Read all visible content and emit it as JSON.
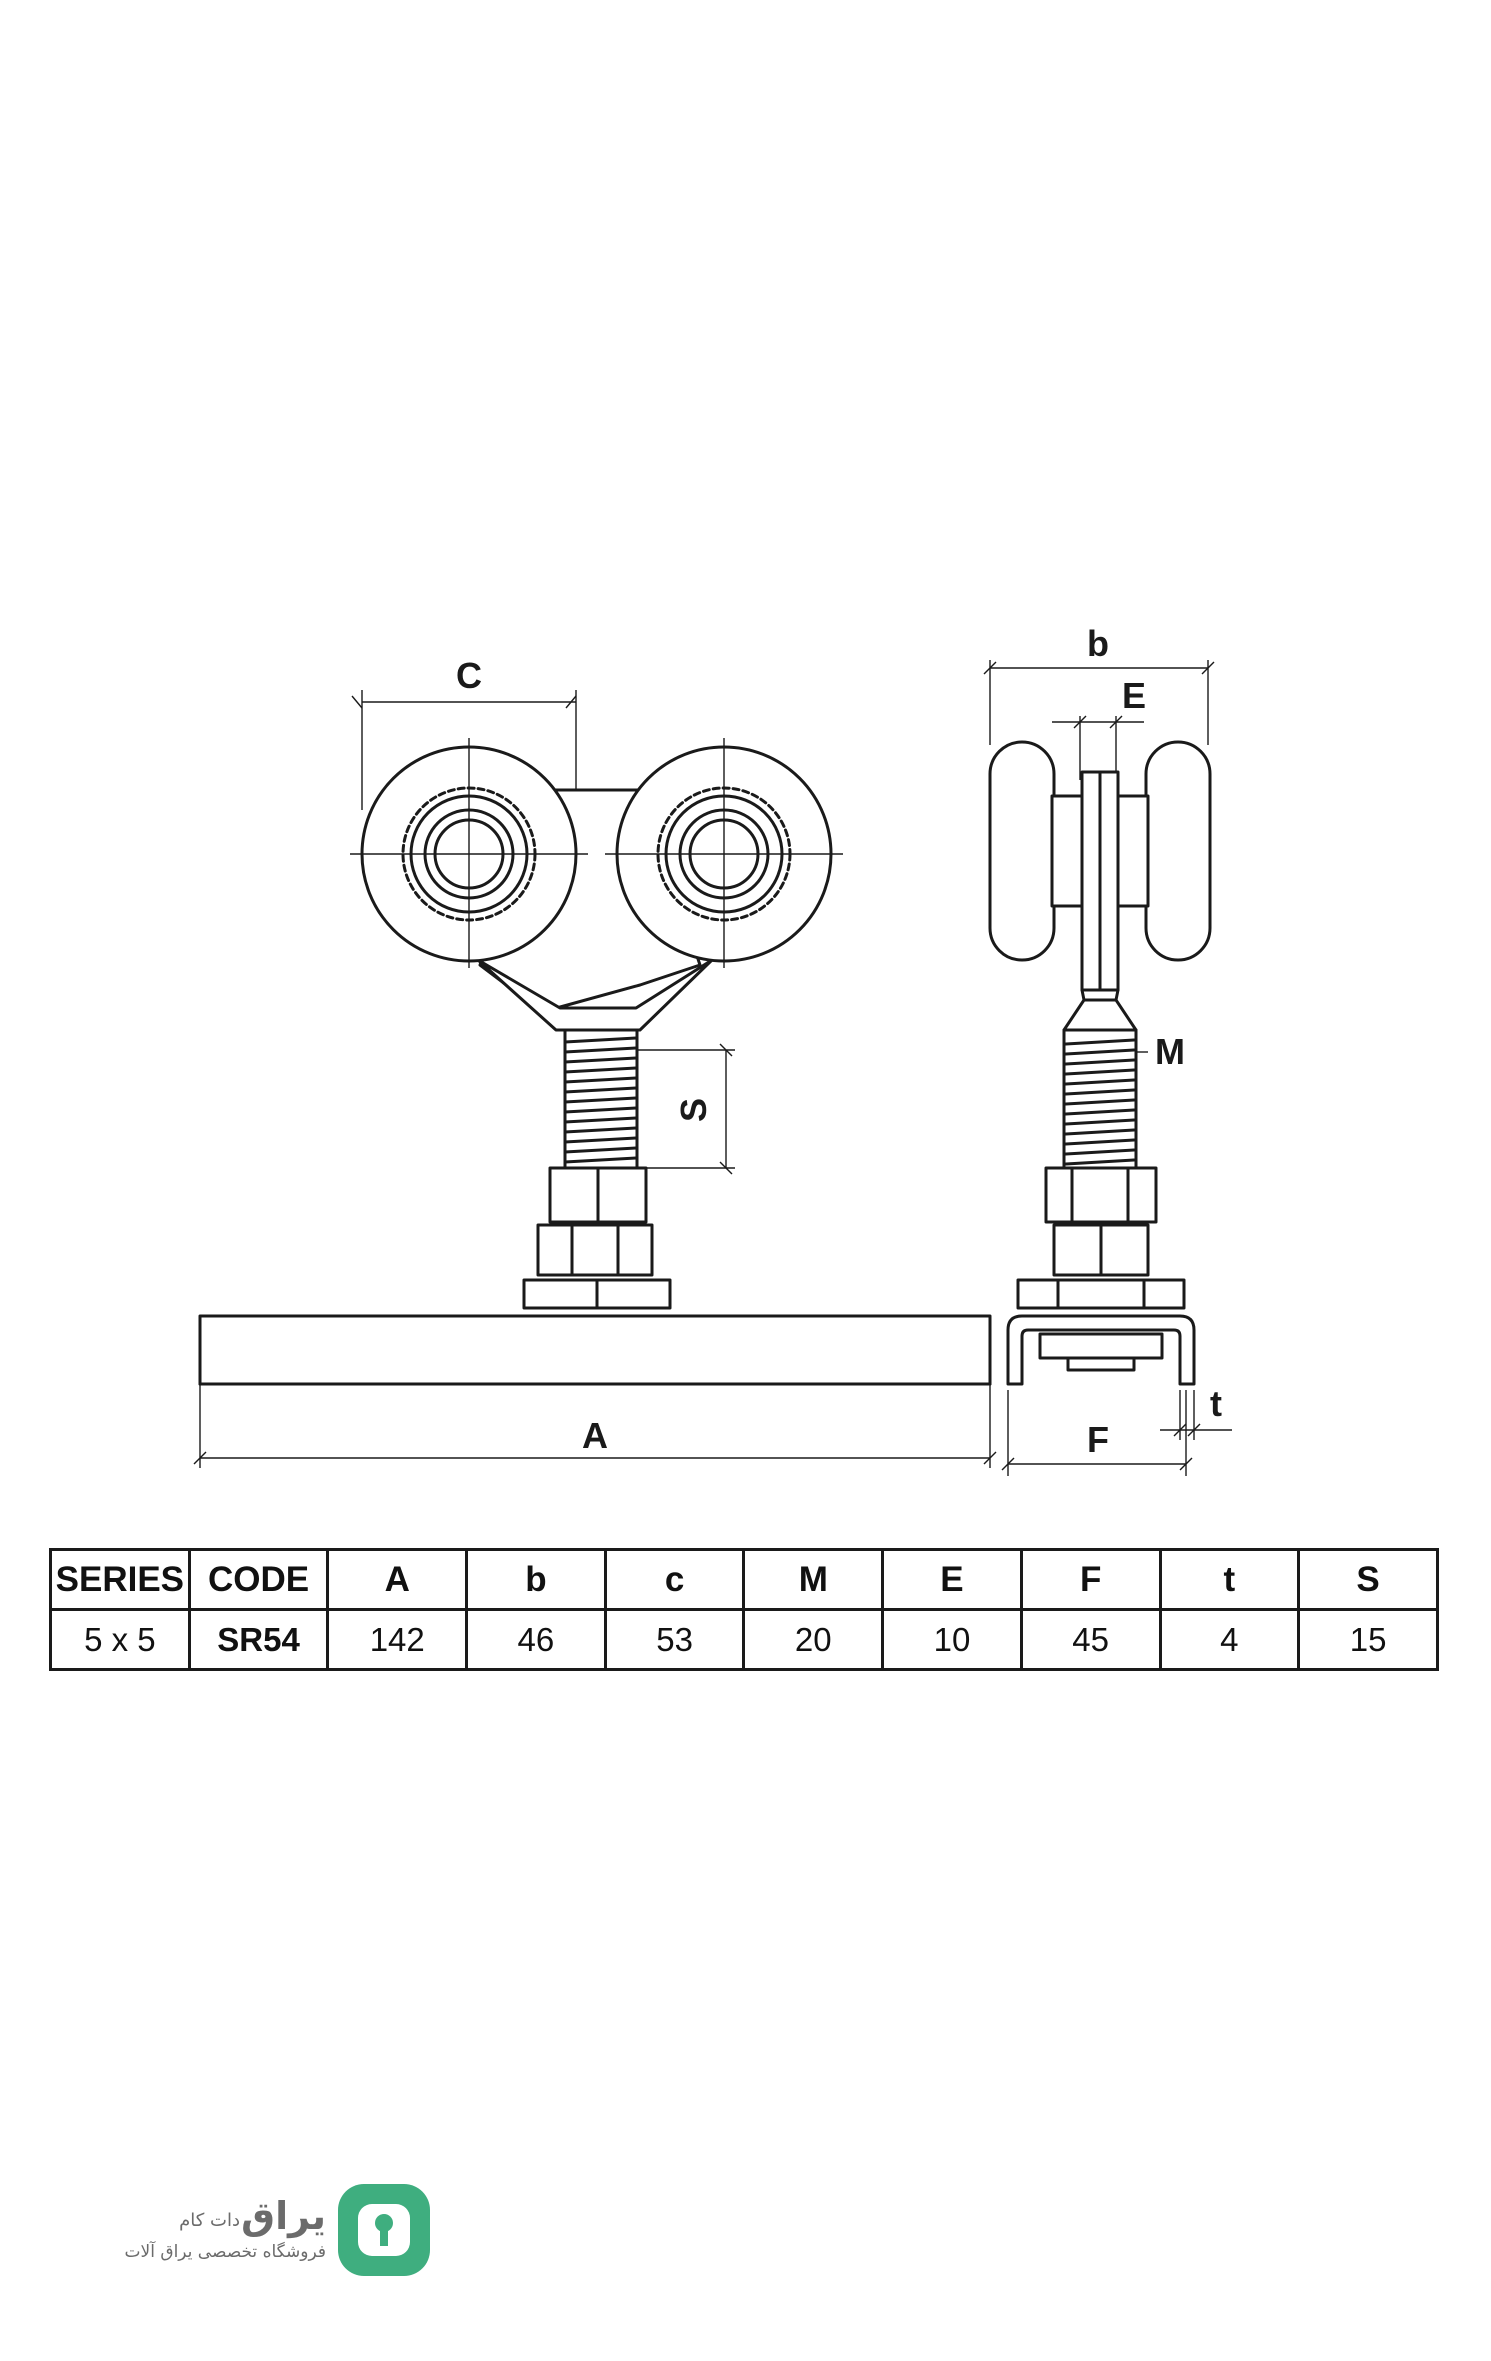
{
  "labels": {
    "c": "C",
    "b": "b",
    "e": "E",
    "m": "M",
    "s": "S",
    "a": "A",
    "f": "F",
    "t": "t"
  },
  "table": {
    "headers": [
      "SERIES",
      "CODE",
      "A",
      "b",
      "c",
      "M",
      "E",
      "F",
      "t",
      "S"
    ],
    "row": [
      "5 x 5",
      "SR54",
      "142",
      "46",
      "53",
      "20",
      "10",
      "45",
      "4",
      "15"
    ]
  },
  "brand": {
    "name": "یراق",
    "suffix": "دات کام",
    "tagline": "فروشگاه تخصصی یراق آلات",
    "accent": "#3fae7f",
    "text_color": "#6b6b6b",
    "icon": "keyhole-logo-icon"
  }
}
